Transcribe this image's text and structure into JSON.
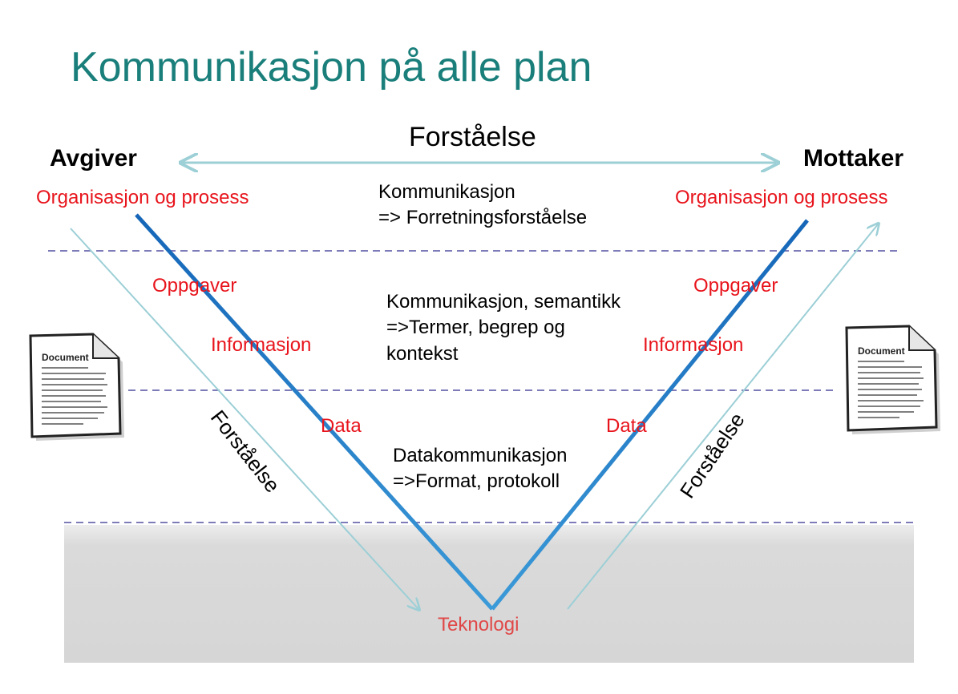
{
  "slide": {
    "title": "Kommunikasjon på alle plan",
    "top_arrow_label": "Forståelse",
    "left_header": "Avgiver",
    "right_header": "Mottaker",
    "left_levels": {
      "org": "Organisasjon og prosess",
      "tasks": "Oppgaver",
      "info": "Informasjon",
      "data": "Data"
    },
    "right_levels": {
      "org": "Organisasjon og prosess",
      "tasks": "Oppgaver",
      "info": "Informasjon",
      "data": "Data"
    },
    "level1_text": [
      "Kommunikasjon",
      "=> Forretningsforståelse"
    ],
    "level2_text": [
      "Kommunikasjon, semantikk",
      "=>Termer, begrep og",
      "kontekst"
    ],
    "level3_text": [
      "Datakommunikasjon",
      "=>Format, protokoll"
    ],
    "bottom_label": "Teknologi",
    "left_diag_label": "Forståelse",
    "right_diag_label": "Forståelse",
    "doc_title": "Document"
  },
  "colors": {
    "title": "#1a7f7b",
    "red_text": "#e8141c",
    "v_line": "#1a6fc0",
    "arrow": "#9ccfd6",
    "dash": "#7d7cb8",
    "band": "#dadada"
  },
  "icons": [
    "document-icon-left",
    "document-icon-right"
  ]
}
